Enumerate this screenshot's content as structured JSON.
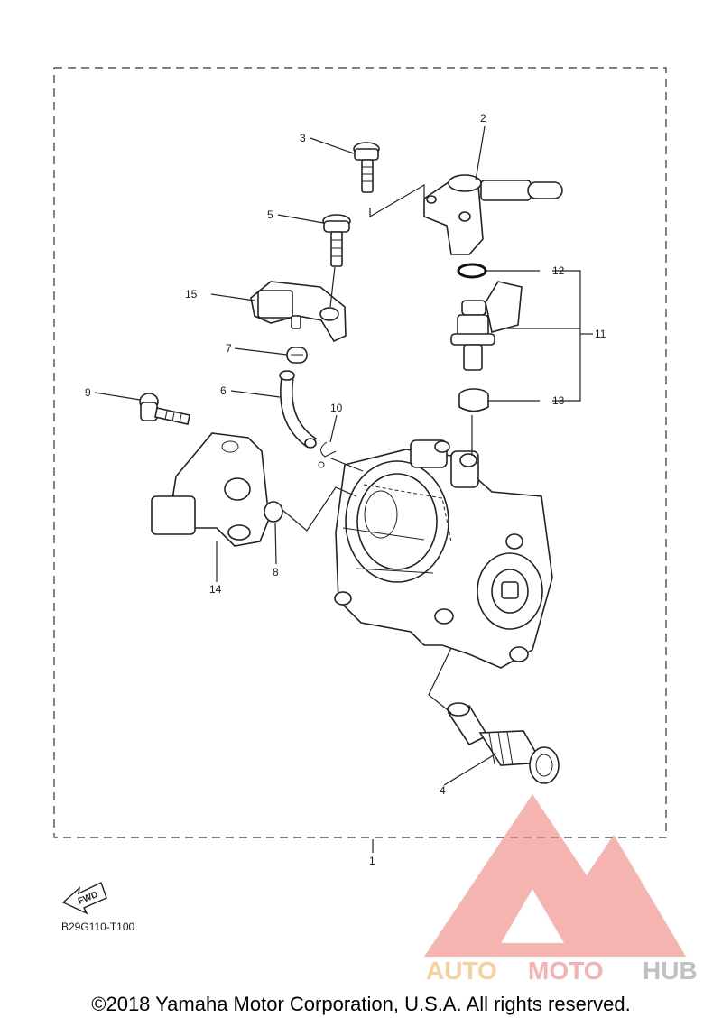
{
  "diagram": {
    "callouts": [
      "1",
      "2",
      "3",
      "4",
      "5",
      "6",
      "7",
      "8",
      "9",
      "10",
      "11",
      "12",
      "13",
      "14",
      "15"
    ],
    "fwd_label": "FWD",
    "part_code": "B29G110-T100"
  },
  "footer": {
    "copyright": "©2018 Yamaha Motor Corporation, U.S.A. All rights reserved."
  },
  "watermark": {
    "brand_parts": [
      "AUTO",
      "MOTO",
      "HUB"
    ],
    "colors": {
      "auto": "#f6c98c",
      "moto": "#f3a4a0",
      "hub": "#b7b7b7",
      "logo": "#f08a84"
    }
  }
}
